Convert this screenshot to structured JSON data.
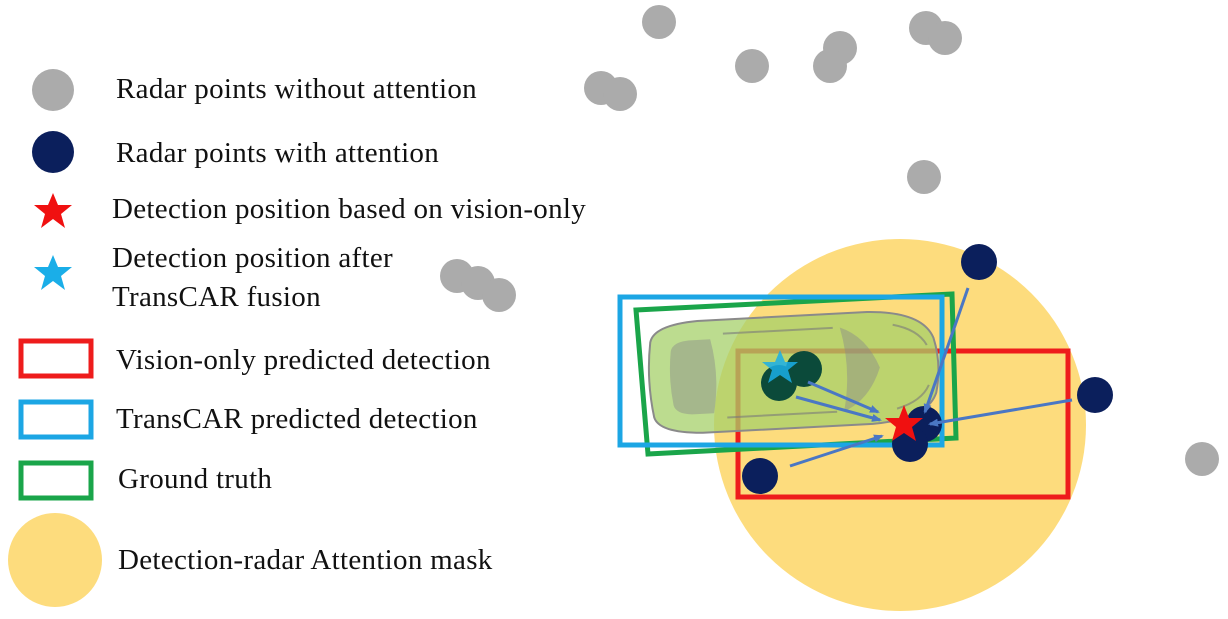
{
  "legend": {
    "radar_without_attention": "Radar points without attention",
    "radar_with_attention": "Radar points with attention",
    "vision_only_position": "Detection position based on vision-only",
    "transcar_position_line1": "Detection position after",
    "transcar_position_line2": "TransCAR fusion",
    "vision_only_box": "Vision-only predicted detection",
    "transcar_box": "TransCAR predicted detection",
    "ground_truth": "Ground truth",
    "attention_mask": "Detection-radar Attention mask"
  },
  "colors": {
    "radar_gray": "#ababab",
    "radar_navy": "#0b1f5c",
    "vision_star": "#f01010",
    "transcar_star": "#1aaee8",
    "vision_box": "#ee1c1c",
    "transcar_box": "#1ca6e4",
    "ground_truth_box": "#1aa54a",
    "attention_mask": "#fddc7d",
    "arrow": "#4a77c4"
  },
  "icons": {
    "gray_point": "gray-circle-icon",
    "navy_point": "navy-circle-icon",
    "red_star": "red-star-icon",
    "blue_star": "blue-star-icon",
    "car": "car-top-view-icon"
  }
}
